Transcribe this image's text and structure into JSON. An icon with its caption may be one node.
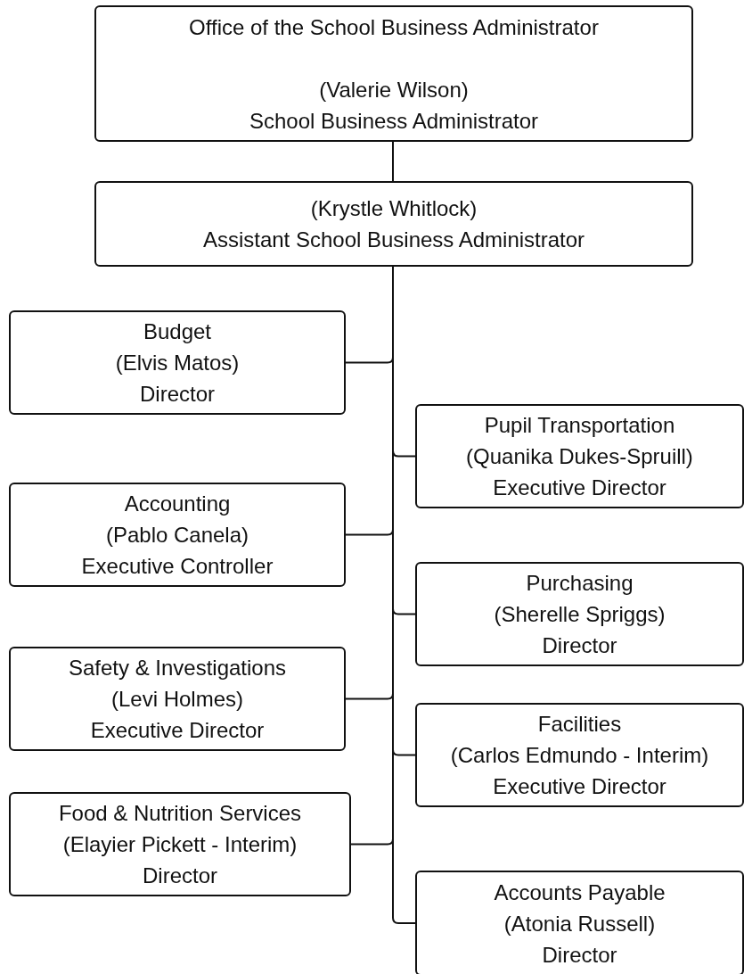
{
  "diagram": {
    "nodes": [
      {
        "text": [
          "Office of the School Business Administrator",
          "(Valerie Wilson)",
          "School Business Administrator"
        ]
      },
      {
        "text": [
          "(Krystle Whitlock)",
          "Assistant School Business Administrator"
        ]
      },
      {
        "text": [
          "Budget",
          "(Elvis Matos)",
          "Director"
        ]
      },
      {
        "text": [
          "Pupil Transportation",
          "(Quanika Dukes-Spruill)",
          "Executive Director"
        ]
      },
      {
        "text": [
          "Accounting",
          "(Pablo Canela)",
          "Executive Controller"
        ]
      },
      {
        "text": [
          "Purchasing",
          "(Sherelle Spriggs)",
          "Director"
        ]
      },
      {
        "text": [
          "Safety & Investigations",
          "(Levi Holmes)",
          "Executive Director"
        ]
      },
      {
        "text": [
          "Facilities",
          "(Carlos Edmundo - Interim)",
          "Executive Director"
        ]
      },
      {
        "text": [
          "Food & Nutrition Services",
          "(Elayier Pickett - Interim)",
          "Director"
        ]
      },
      {
        "text": [
          "Accounts Payable",
          "(Atonia Russell)",
          "Director"
        ]
      }
    ],
    "edges": [
      {
        "from": 0,
        "to": 1,
        "arrow": "none"
      },
      {
        "from": 1,
        "to": 2,
        "arrow": "none"
      },
      {
        "from": 1,
        "to": 3,
        "arrow": "none"
      },
      {
        "from": 1,
        "to": 4,
        "arrow": "none"
      },
      {
        "from": 1,
        "to": 5,
        "arrow": "none"
      },
      {
        "from": 1,
        "to": 6,
        "arrow": "none"
      },
      {
        "from": 1,
        "to": 7,
        "arrow": "none"
      },
      {
        "from": 1,
        "to": 8,
        "arrow": "none"
      },
      {
        "from": 1,
        "to": 9,
        "arrow": "none"
      }
    ]
  }
}
